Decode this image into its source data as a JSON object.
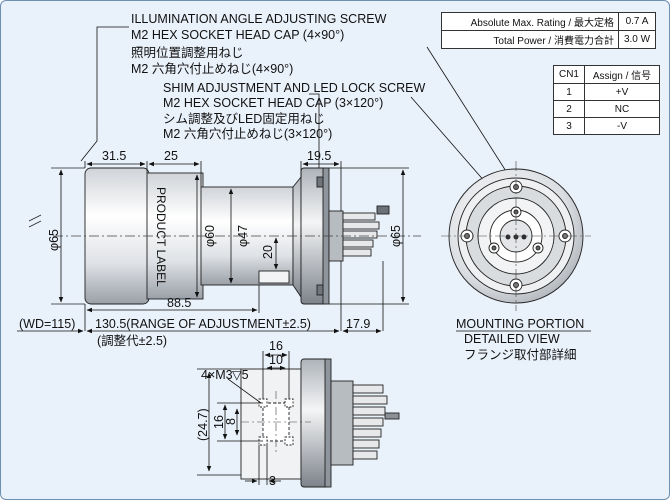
{
  "callouts": {
    "screw1_en1": "ILLUMINATION ANGLE ADJUSTING SCREW",
    "screw1_en2": "M2 HEX SOCKET HEAD CAP (4×90°)",
    "screw1_jp1": "照明位置調整用ねじ",
    "screw1_jp2": "M2 六角穴付止めねじ(4×90°)",
    "screw2_en1": "SHIM ADJUSTMENT AND LED LOCK SCREW",
    "screw2_en2": "M2 HEX SOCKET HEAD CAP (3×120°)",
    "screw2_jp1": "シム調整及びLED固定用ねじ",
    "screw2_jp2": "M2 六角穴付止めねじ(3×120°)"
  },
  "ratings": [
    {
      "label": "Absolute Max. Rating / 最大定格",
      "value": "0.7 A"
    },
    {
      "label": "Total Power / 消費電力合計",
      "value": "3.0 W"
    }
  ],
  "pin_table": {
    "headers": [
      "CN1",
      "Assign / 信号"
    ],
    "rows": [
      {
        "pin": "1",
        "assign": "+V"
      },
      {
        "pin": "2",
        "assign": "NC"
      },
      {
        "pin": "3",
        "assign": "-V"
      }
    ]
  },
  "dimensions": {
    "d31_5": "31.5",
    "d25": "25",
    "d19_5": "19.5",
    "phi65_left": "φ65",
    "phi60": "φ60",
    "phi47": "φ47",
    "h20": "20",
    "phi65_right": "φ65",
    "d88_5": "88.5",
    "wd": "(WD=115)",
    "range": "130.5(RANGE OF ADJUSTMENT±2.5)",
    "d17_9": "17.9",
    "range_jp": "(調整代±2.5)",
    "d16": "16",
    "d10": "10",
    "thread": "4×M3",
    "thread_depth": "▽5",
    "d8": "8",
    "d16v": "16",
    "d24_7": "(24.7)",
    "d3": "3"
  },
  "body_label": "PRODUCT LABEL",
  "mounting": {
    "title_1": "MOUNTING PORTION",
    "title_2": "DETAILED VIEW",
    "title_jp": "フランジ取付部詳細"
  }
}
